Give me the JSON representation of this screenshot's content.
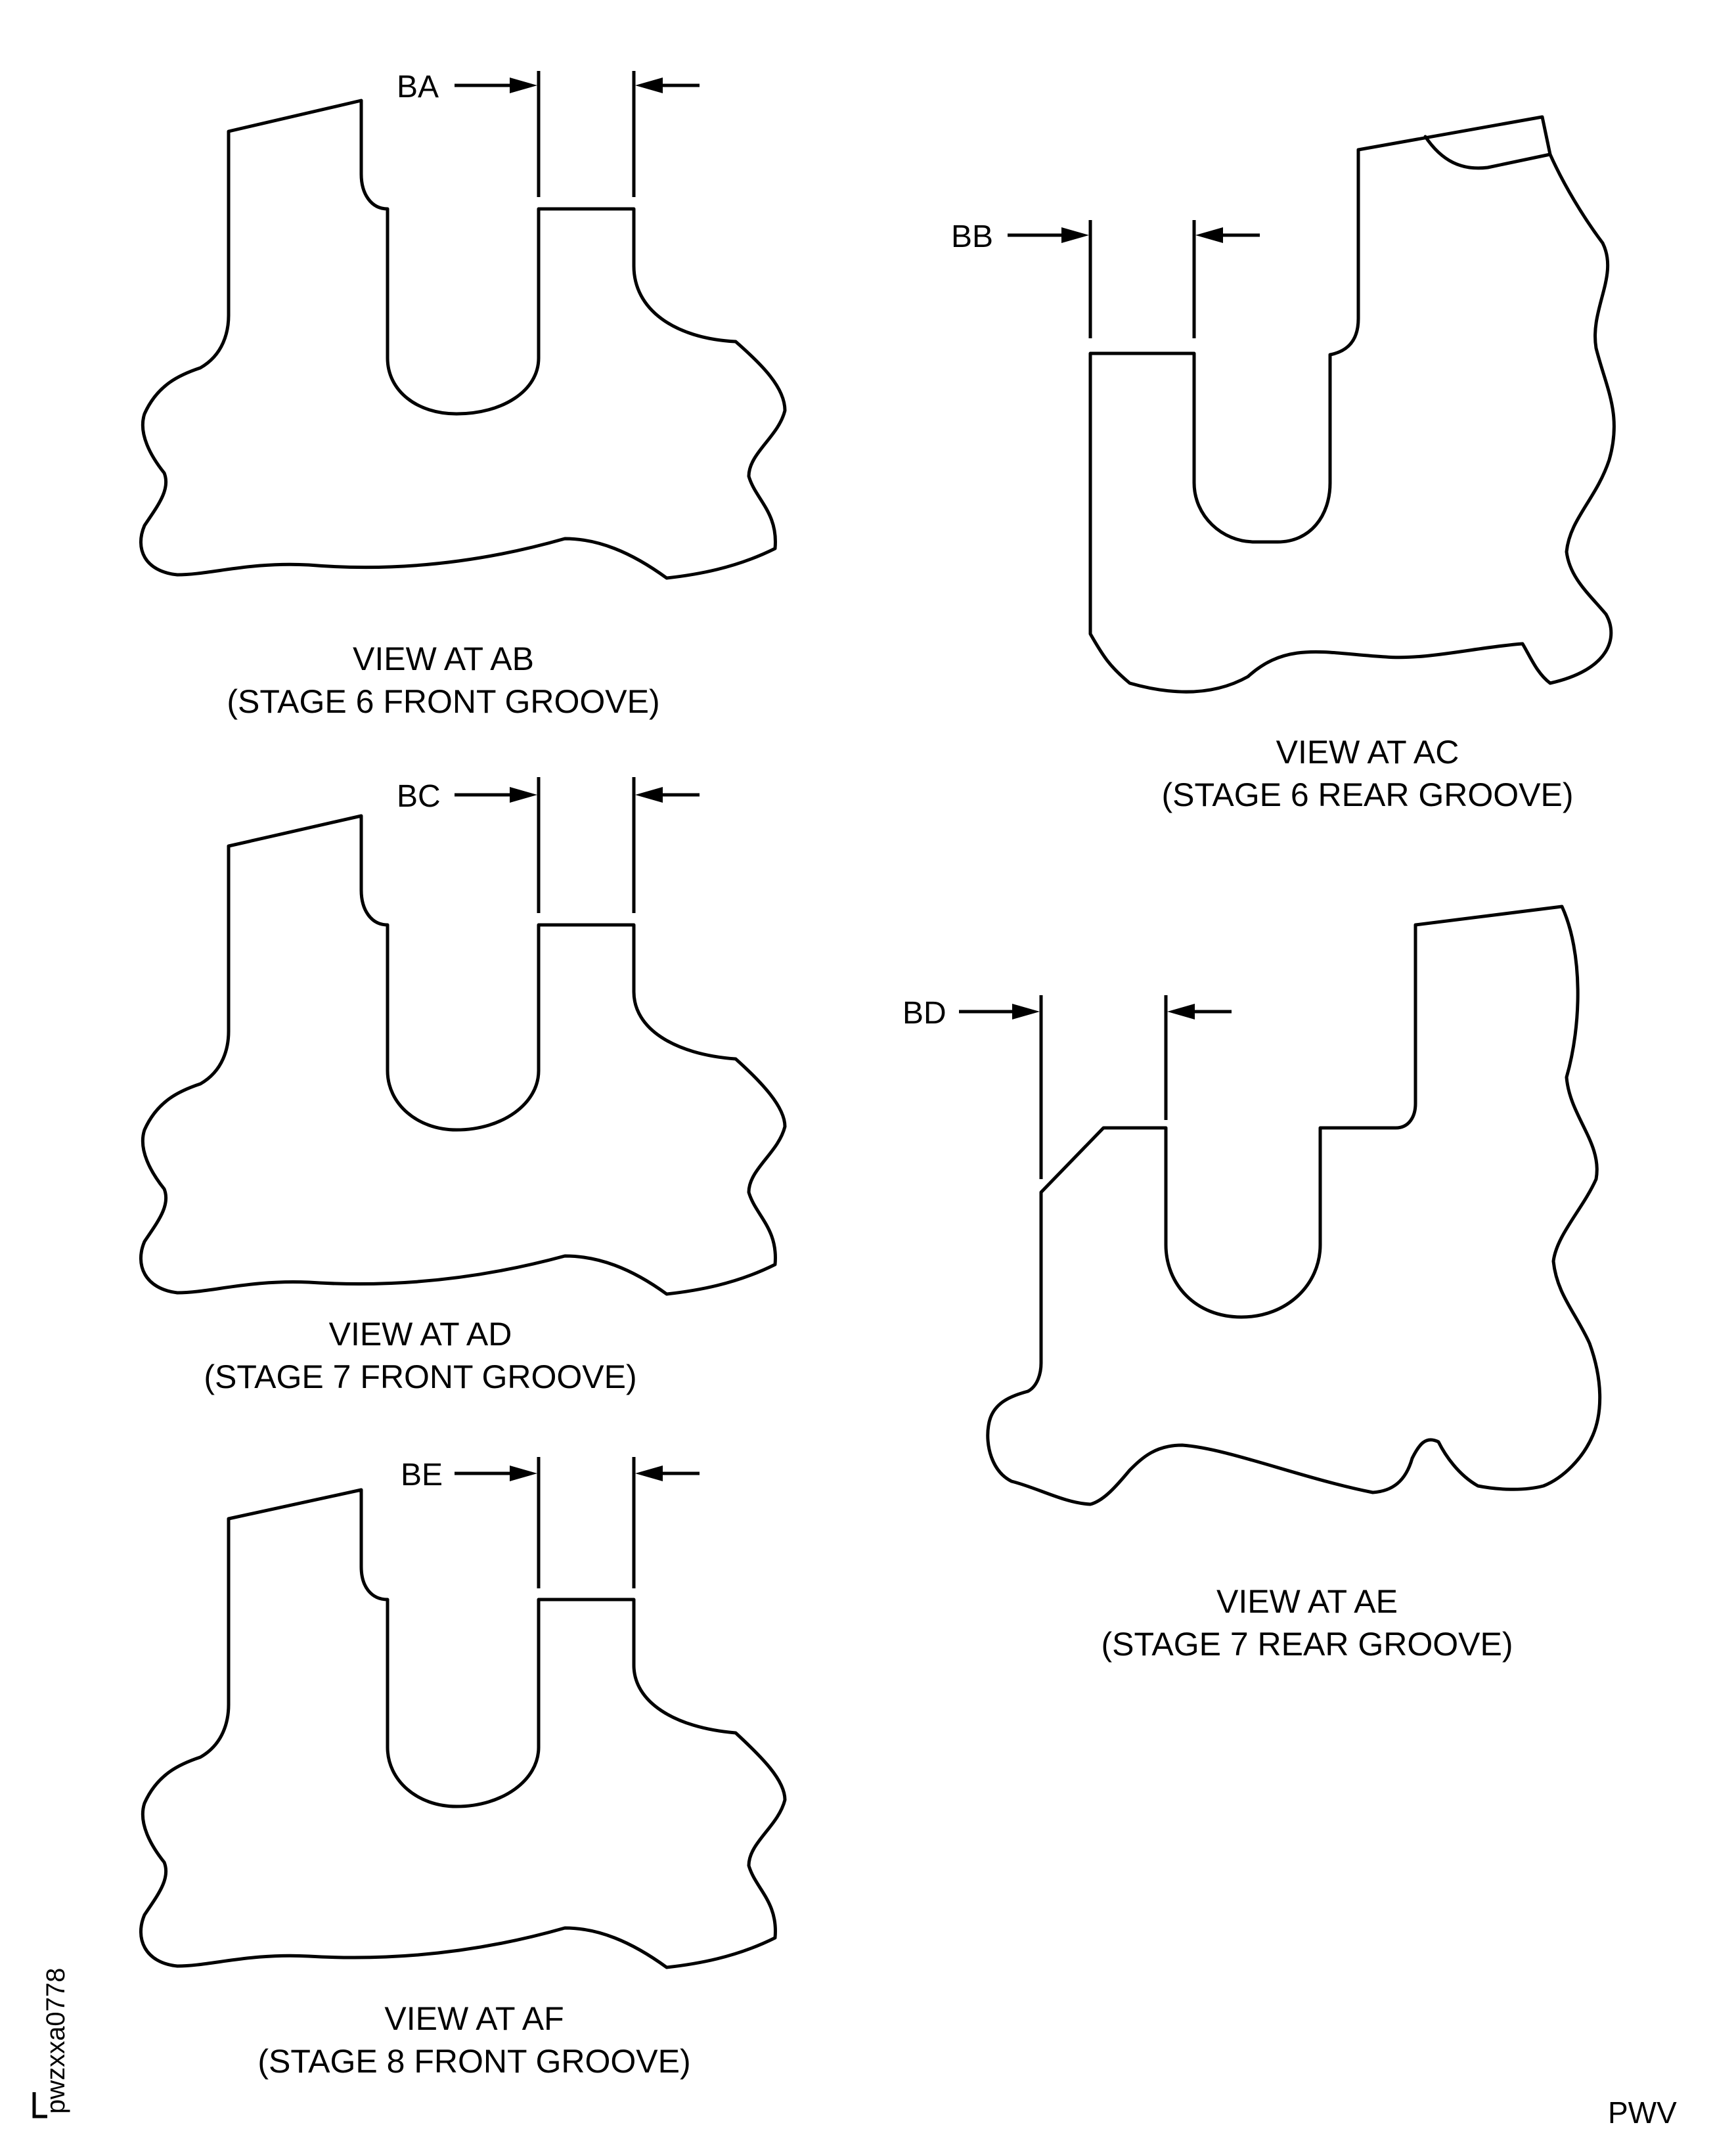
{
  "views": [
    {
      "dimension": "BA",
      "caption_line1": "VIEW AT AB",
      "caption_line2": "(STAGE 6 FRONT GROOVE)"
    },
    {
      "dimension": "BB",
      "caption_line1": "VIEW AT AC",
      "caption_line2": "(STAGE 6 REAR GROOVE)"
    },
    {
      "dimension": "BC",
      "caption_line1": "VIEW AT AD",
      "caption_line2": "(STAGE 7 FRONT GROOVE)"
    },
    {
      "dimension": "BD",
      "caption_line1": "VIEW AT AE",
      "caption_line2": "(STAGE 7 REAR GROOVE)"
    },
    {
      "dimension": "BE",
      "caption_line1": "VIEW AT AF",
      "caption_line2": "(STAGE 8 FRONT GROOVE)"
    }
  ],
  "figure_id": "pwzxxa0778",
  "corner_mark": "PWV"
}
